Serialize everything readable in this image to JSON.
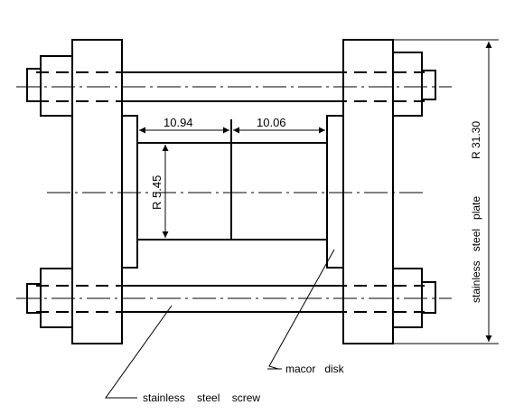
{
  "dimensions": {
    "left_length": "10.94",
    "right_length": "10.06",
    "inner_radius": "R 5.45",
    "plate_radius": "R 31.30"
  },
  "labels": {
    "plate": "stainless   steel   plate",
    "macor": "macor   disk",
    "screw": "stainless    steel    screw"
  },
  "colors": {
    "line": "#000000",
    "background": "#ffffff"
  }
}
